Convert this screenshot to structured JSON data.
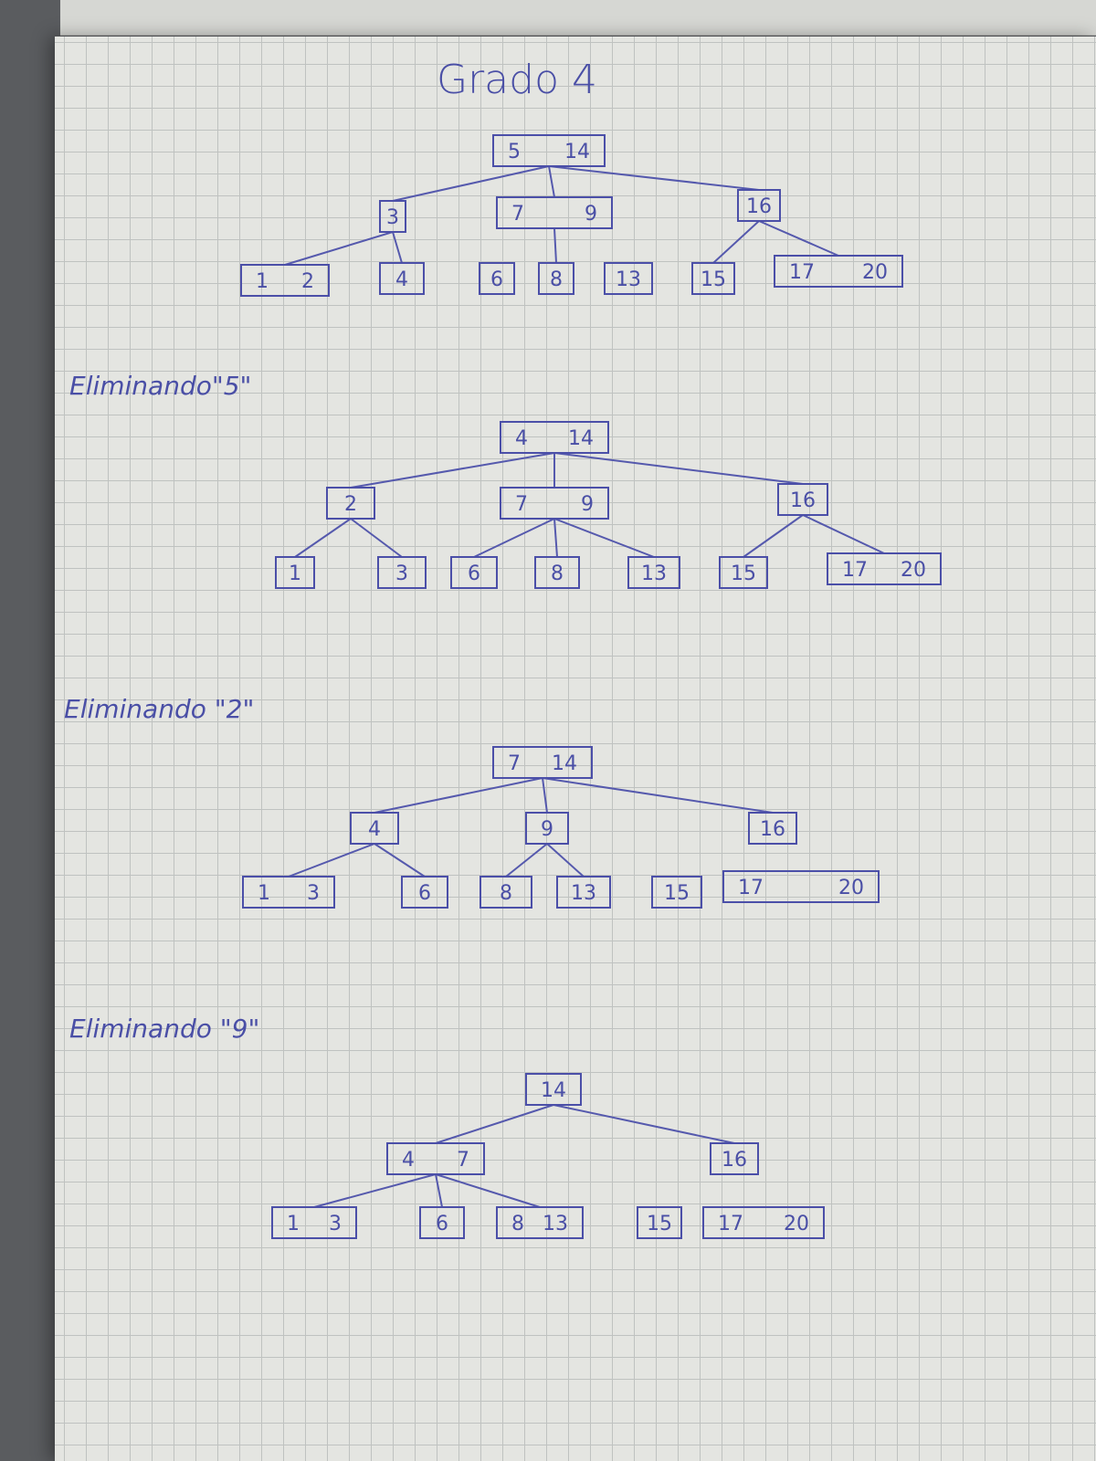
{
  "title": "Grado 4",
  "steps": [
    {
      "label": "",
      "nodes": [
        {
          "keys": [
            "5",
            "14"
          ]
        },
        {
          "keys": [
            "3"
          ]
        },
        {
          "keys": [
            "7",
            "9"
          ]
        },
        {
          "keys": [
            "16"
          ]
        },
        {
          "keys": [
            "1",
            "2"
          ]
        },
        {
          "keys": [
            "4"
          ]
        },
        {
          "keys": [
            "6"
          ]
        },
        {
          "keys": [
            "8"
          ]
        },
        {
          "keys": [
            "13"
          ]
        },
        {
          "keys": [
            "15"
          ]
        },
        {
          "keys": [
            "17",
            "20"
          ]
        }
      ]
    },
    {
      "label": "Eliminando\"5\"",
      "nodes": [
        {
          "keys": [
            "4",
            "14"
          ]
        },
        {
          "keys": [
            "2"
          ]
        },
        {
          "keys": [
            "7",
            "9"
          ]
        },
        {
          "keys": [
            "16"
          ]
        },
        {
          "keys": [
            "1"
          ]
        },
        {
          "keys": [
            "3"
          ]
        },
        {
          "keys": [
            "6"
          ]
        },
        {
          "keys": [
            "8"
          ]
        },
        {
          "keys": [
            "13"
          ]
        },
        {
          "keys": [
            "15"
          ]
        },
        {
          "keys": [
            "17",
            "20"
          ]
        }
      ]
    },
    {
      "label": "Eliminando \"2\"",
      "nodes": [
        {
          "keys": [
            "7",
            "14"
          ]
        },
        {
          "keys": [
            "4"
          ]
        },
        {
          "keys": [
            "9"
          ]
        },
        {
          "keys": [
            "16"
          ]
        },
        {
          "keys": [
            "1",
            "3"
          ]
        },
        {
          "keys": [
            "6"
          ]
        },
        {
          "keys": [
            "8"
          ]
        },
        {
          "keys": [
            "13"
          ]
        },
        {
          "keys": [
            "15"
          ]
        },
        {
          "keys": [
            "17",
            "20"
          ]
        }
      ]
    },
    {
      "label": "Eliminando \"9\"",
      "nodes": [
        {
          "keys": [
            "14"
          ]
        },
        {
          "keys": [
            "4",
            "7"
          ]
        },
        {
          "keys": [
            "16"
          ]
        },
        {
          "keys": [
            "1",
            "3"
          ]
        },
        {
          "keys": [
            "6"
          ]
        },
        {
          "keys": [
            "8",
            "13"
          ]
        },
        {
          "keys": [
            "15"
          ]
        },
        {
          "keys": [
            "17",
            "20"
          ]
        }
      ]
    }
  ]
}
